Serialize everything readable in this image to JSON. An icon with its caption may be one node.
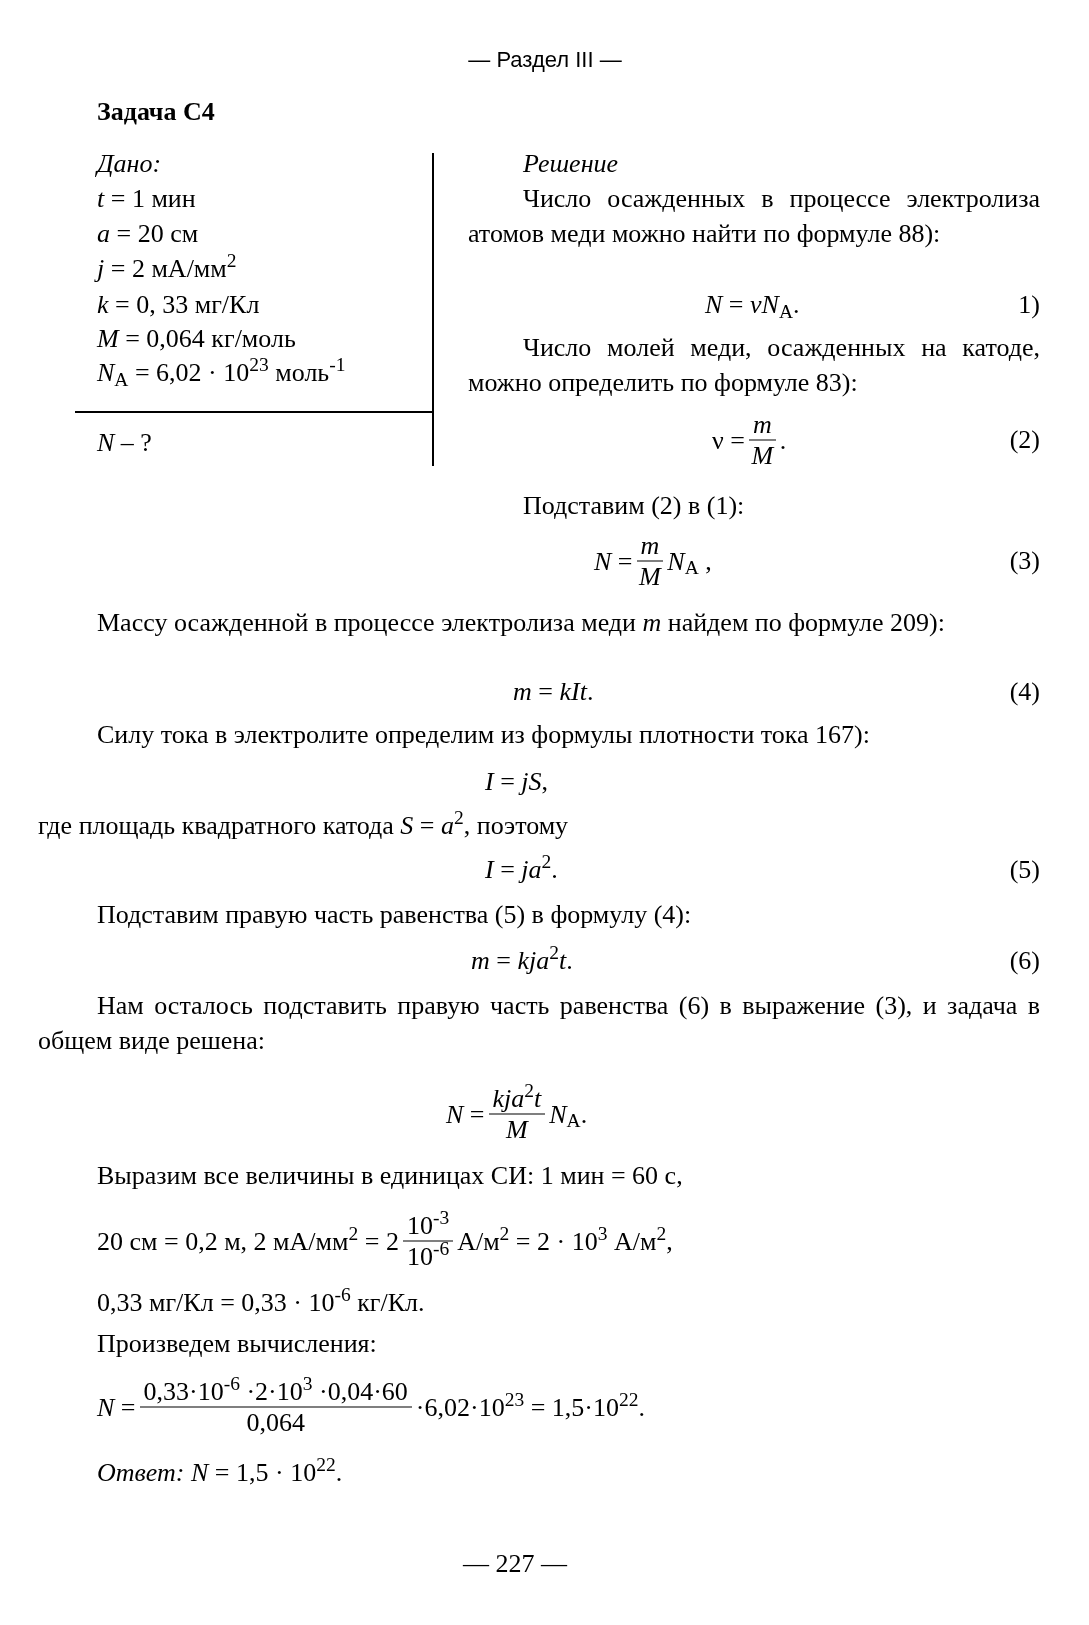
{
  "diagram": {
    "labels": [
      "— Раздел III —",
      "Задача С4",
      "Дано:",
      "*t* = 1 мин",
      "*a* = 20 см",
      "*j* = 2 мА/мм$^{2}$",
      "*k* = 0, 33 мг/Кл",
      "*M* = 0,064 кг/моль",
      "*N*$_{A}$ = 6,02 · 10$^{23}$ моль$^{-1}$",
      "*N* – ?",
      "Решение",
      "Число осажденных в процессе электролиза атомов меди можно найти по формуле 88):",
      "*N* = *νN*$_{A}$.",
      "1)",
      "Число молей меди, осажденных на катоде, можно определить по формуле 83):",
      "ν =",
      "*m*",
      "*M*",
      ".",
      "(2)",
      "Подставим (2) в (1):",
      "*N* =",
      "*m*",
      "*M*",
      "*N*$_{A}$ ,",
      "(3)",
      "Массу осажденной в процессе электролиза меди *m* найдем по формуле 209):",
      "*m* = *kIt*.",
      "(4)",
      "Силу тока в электролите определим из формулы плотности тока 167):",
      "*I* = *jS*,",
      "где площадь квадратного катода *S* = *a*$^{2}$, поэтому",
      "*I* = *ja*$^{2}$.",
      "(5)",
      "Подставим правую часть равенства (5) в формулу (4):",
      "*m* = *kja*$^{2}$*t*.",
      "(6)",
      "Нам осталось подставить правую часть равенства (6) в выражение (3), и задача в общем виде решена:",
      "*N* =",
      "*kja*$^{2}$*t*",
      "*M*",
      "*N*$_{A}$.",
      "Выразим все величины в единицах СИ: 1 мин = 60 с,",
      "20 см = 0,2 м, 2 мА/мм$^{2}$ = 2",
      "10$^{-3}$",
      "10$^{-6}$",
      "А/м$^{2}$ = 2 · 10$^{3}$ А/м$^{2}$,",
      "0,33 мг/Кл = 0,33 · 10$^{-6}$ кг/Кл.",
      "Произведем вычисления:",
      "*N* =",
      "0,33·10$^{-6}$ ·2·10$^{3}$ ·0,04·60",
      "0,064",
      "·6,02·10$^{23}$ = 1,5·10$^{22}$.",
      "*Ответ:* *N* = 1,5 · 10$^{22}$.",
      "— 227 —"
    ]
  }
}
